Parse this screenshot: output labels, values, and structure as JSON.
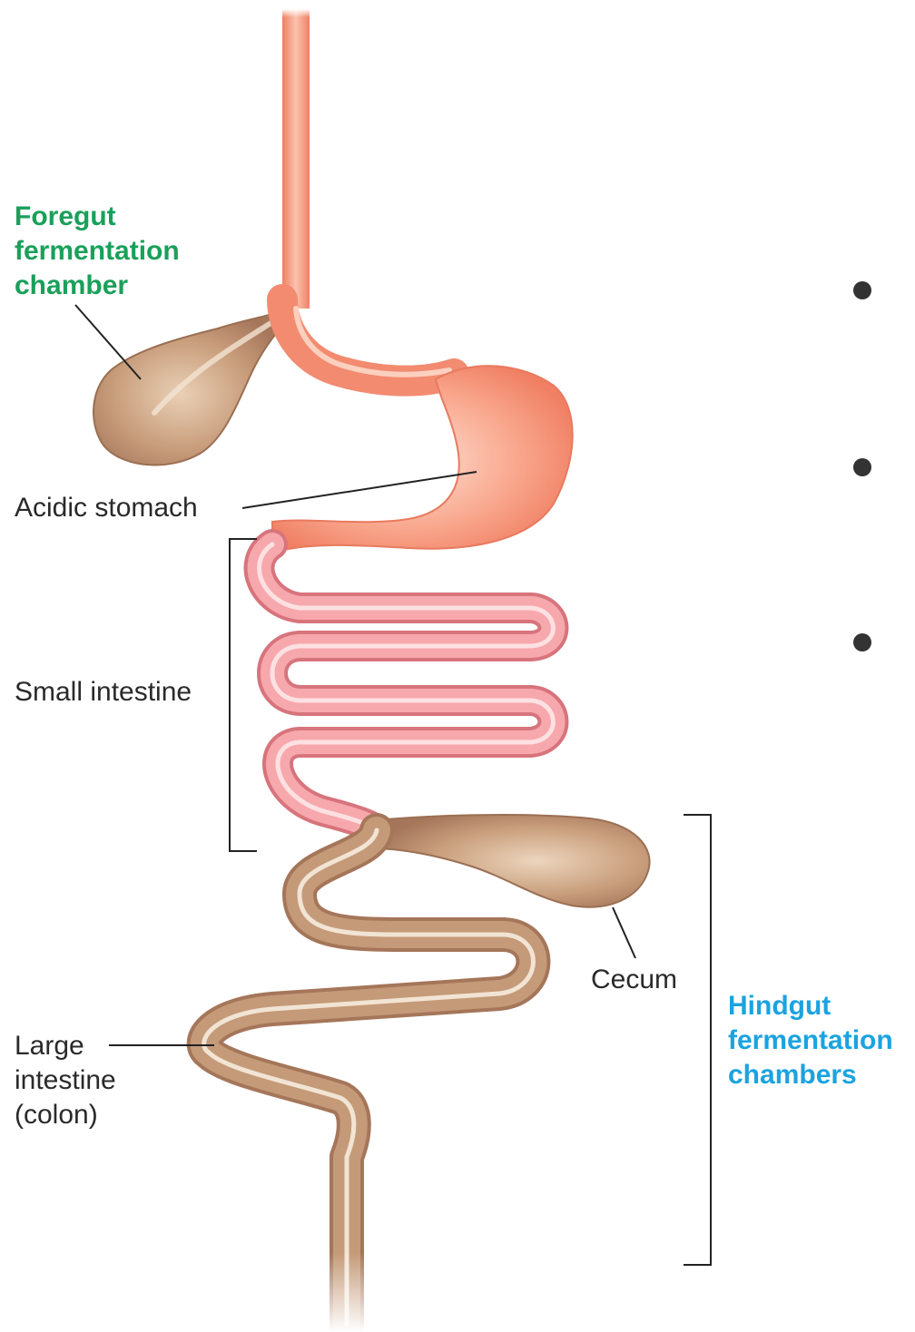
{
  "labels": {
    "foregut": [
      "Foregut",
      "fermentation",
      "chamber"
    ],
    "stomach": "Acidic stomach",
    "small_intestine": "Small intestine",
    "cecum": "Cecum",
    "large_intestine": [
      "Large",
      "intestine",
      "(colon)"
    ],
    "hindgut": [
      "Hindgut",
      "fermentation",
      "chambers"
    ]
  },
  "colors": {
    "foregut_label": "#1aa05a",
    "hindgut_label": "#1ba3e0",
    "esophagus_stomach": "#f4927a",
    "small_intestine": "#f39aa0",
    "fermentation_chambers": "#b88a68"
  },
  "bullets": 3
}
